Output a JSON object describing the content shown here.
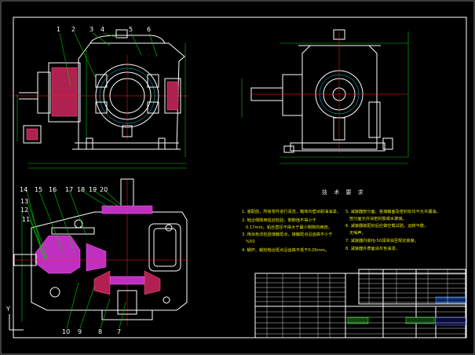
{
  "part_numbers": {
    "n1": "1",
    "n2": "2",
    "n3": "3",
    "n4": "4",
    "n5": "5",
    "n6": "6",
    "n7": "7",
    "n8": "8",
    "n9": "9",
    "n10": "10",
    "n11": "11",
    "n12": "12",
    "n13": "13",
    "n14": "14",
    "n15": "15",
    "n16": "16",
    "n17": "17",
    "n18": "18",
    "n19": "19",
    "n20": "20"
  },
  "technical_requirements": {
    "title": "技 术 要 求",
    "items": [
      "1. 装配前，所有零件进行清洗，箱体内壁涂耐油油漆。",
      "2. 啮合侧隙用铅丝检验，侧隙值不得小于",
      "0.17mm。铅丝直径不得大于最小侧隙的两倍。",
      "3. 用涂色法检验接触斑点，接触斑点沿齿高不小于",
      "%50",
      "4. 蜗杆、蜗轮啮合斑点沿齿高不低于0.05mm。",
      "5. 减速器剖分面、各接触面及密封处均不允许漏油。",
      "剖分面允许涂密封胶或水玻璃。",
      "6. 减速器装配好后应做空载试验，运转平稳，",
      "无噪声。",
      "7. 减速器内装HJ-50润滑油至规定高度。",
      "8. 减速器外表面涂灰色油漆。"
    ]
  },
  "axis_label": "Y",
  "colors": {
    "background": "#000000",
    "outline": "#ffffff",
    "dimension": "#00cc00",
    "hidden": "#00d8d8",
    "centerline": "#ff2020",
    "text_yellow": "#e8e800",
    "section_fill": "#c030c0"
  }
}
